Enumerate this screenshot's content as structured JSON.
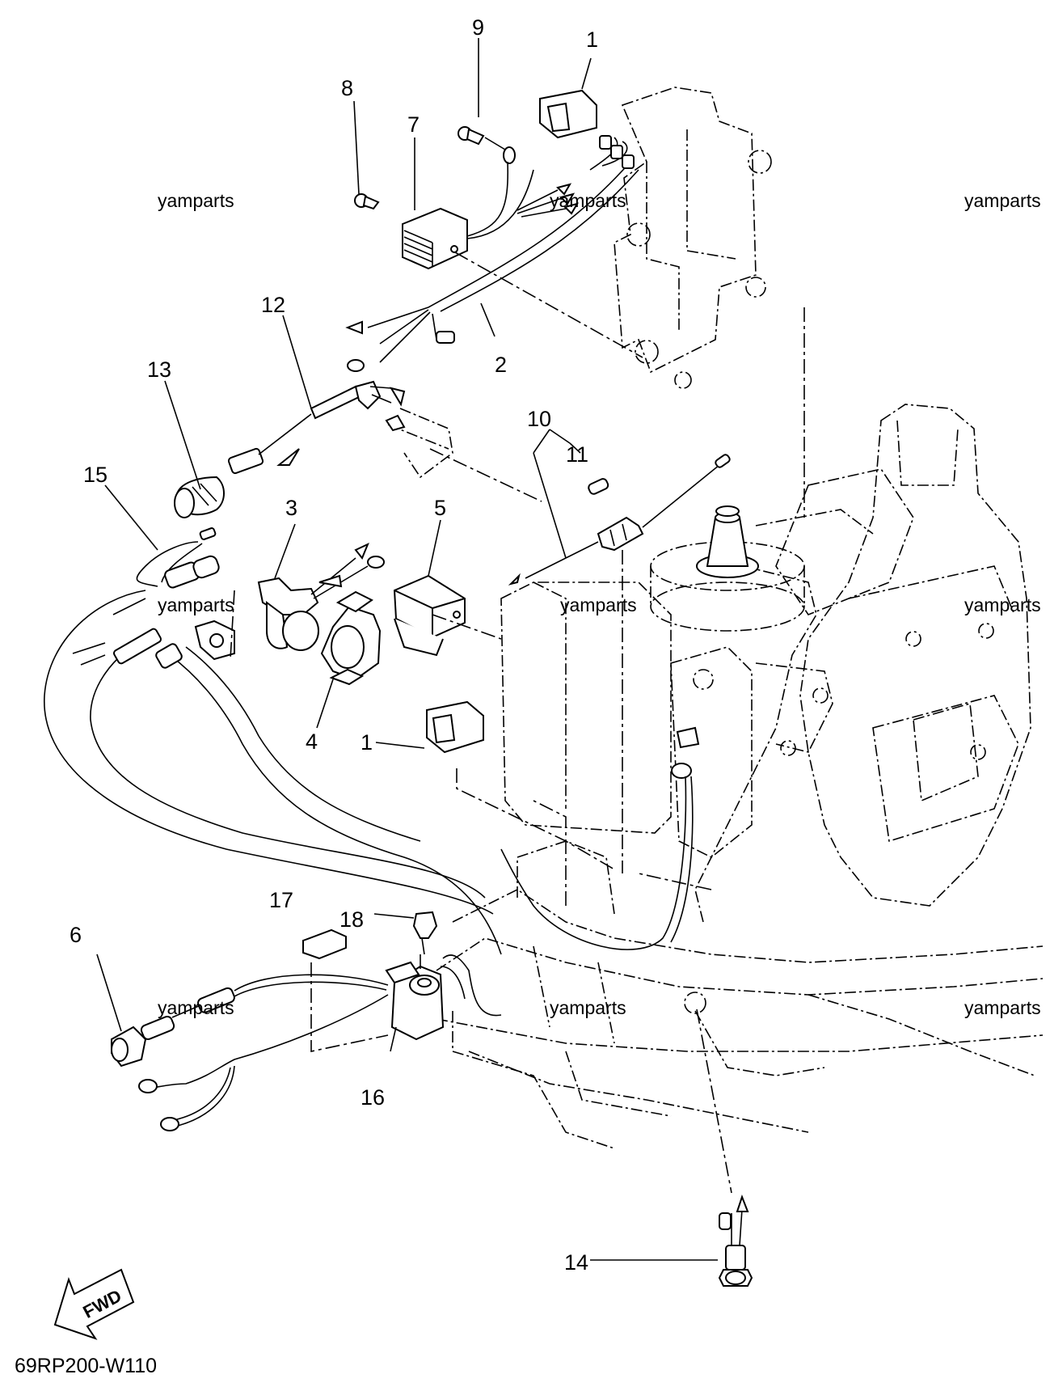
{
  "callouts": {
    "c1a": "1",
    "c1b": "1",
    "c2": "2",
    "c3": "3",
    "c4": "4",
    "c5": "5",
    "c6": "6",
    "c7": "7",
    "c8": "8",
    "c9": "9",
    "c10": "10",
    "c11": "11",
    "c12": "12",
    "c13": "13",
    "c14": "14",
    "c15": "15",
    "c16": "16",
    "c17": "17",
    "c18": "18"
  },
  "watermark": "yamparts",
  "fwd_label": "FWD",
  "diagram_code": "69RP200-W110",
  "icons": [
    "fwd-arrow-icon"
  ]
}
